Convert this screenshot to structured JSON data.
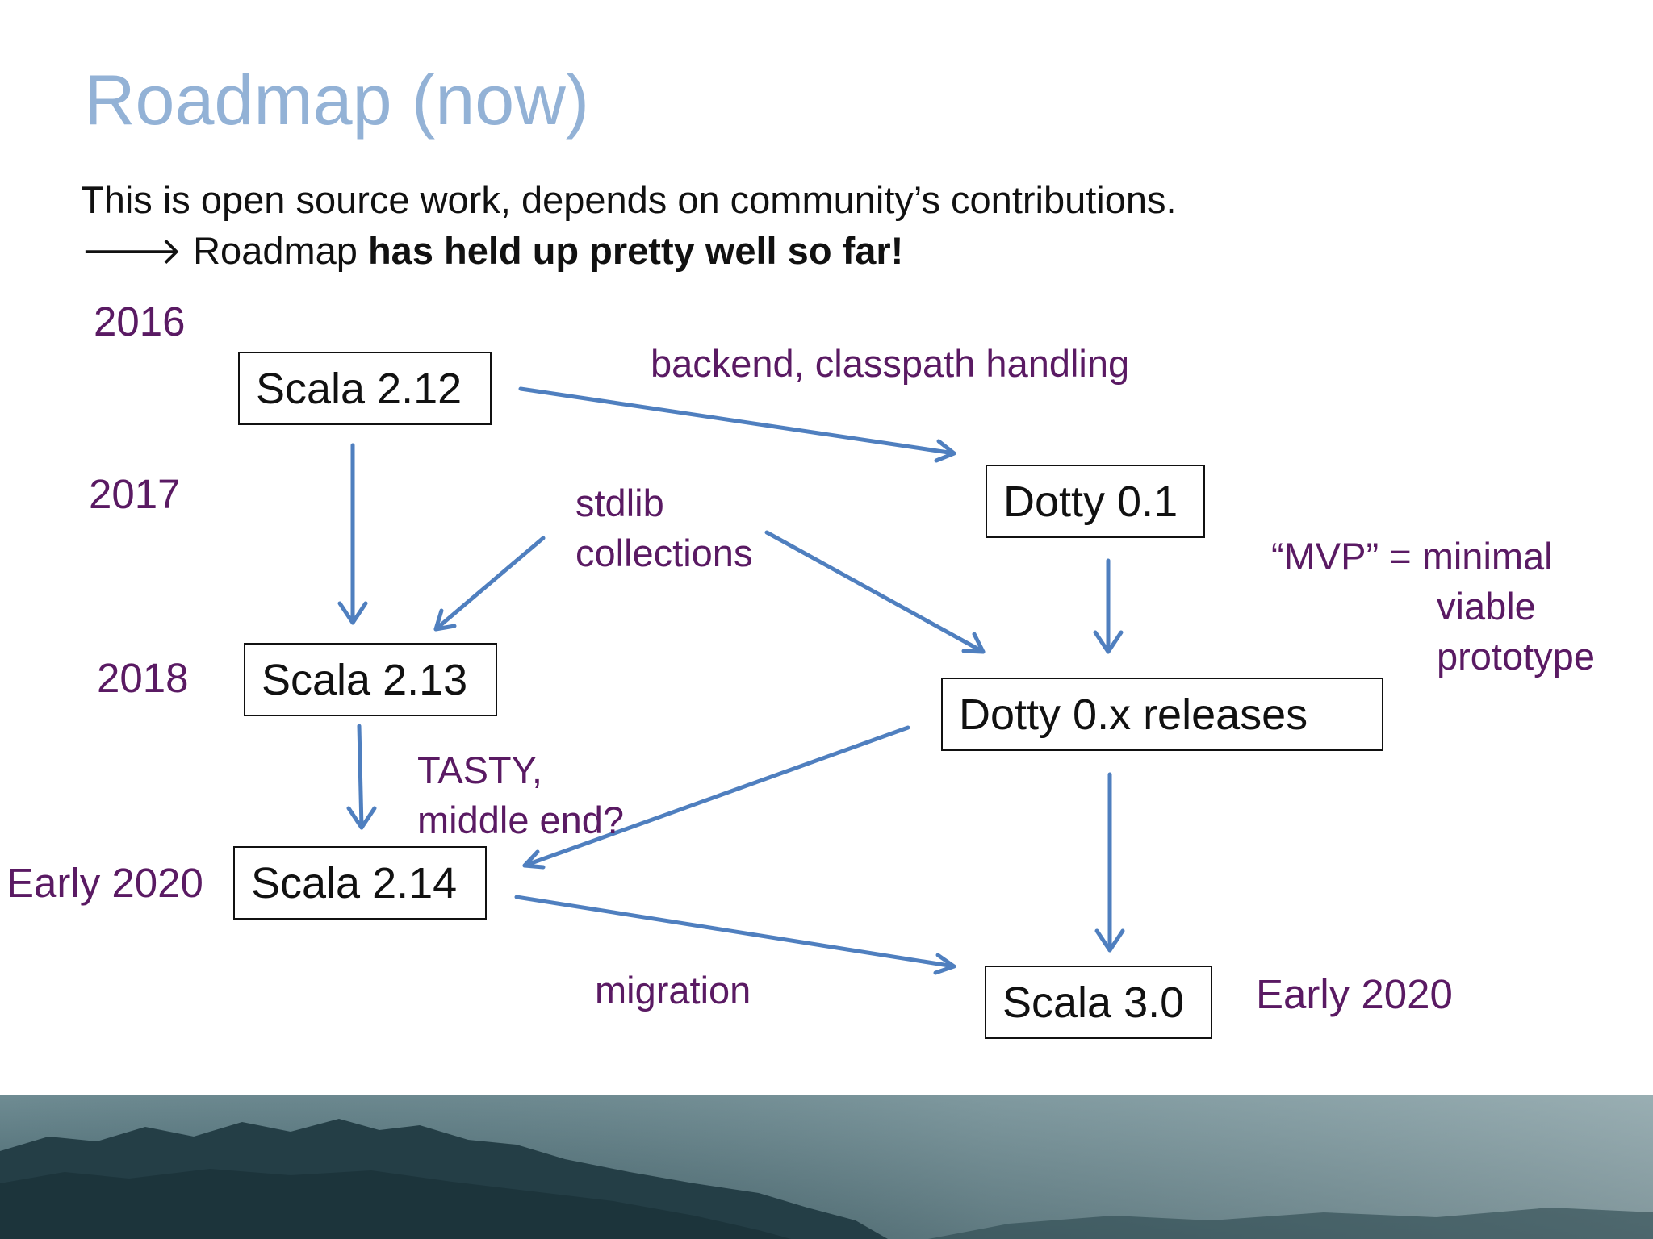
{
  "slide": {
    "title": "Roadmap (now)",
    "subtitle_line1": "This is open source work, depends on community’s contributions.",
    "subtitle_arrow": "🡒",
    "subtitle_line2_normal": "Roadmap ",
    "subtitle_line2_bold": "has held up pretty well so far!"
  },
  "years": {
    "y2016": "2016",
    "y2017": "2017",
    "y2018": "2018",
    "y2020_left": "Early 2020",
    "y2020_right": "Early 2020"
  },
  "nodes": {
    "scala_212": "Scala 2.12",
    "scala_213": "Scala 2.13",
    "scala_214": "Scala 2.14",
    "dotty_01": "Dotty 0.1",
    "dotty_0x": "Dotty 0.x releases",
    "scala_30": "Scala 3.0"
  },
  "edge_labels": {
    "backend": "backend, classpath handling",
    "stdlib_1": "stdlib",
    "stdlib_2": "collections",
    "tasty_1": "TASTY,",
    "tasty_2": "middle end?",
    "migration": "migration"
  },
  "mvp_note": {
    "line1": "“MVP” = minimal",
    "line2": "viable",
    "line3": "prototype"
  },
  "colors": {
    "title": "#93b2d6",
    "annotation": "#5a1a63",
    "arrow": "#4f7fbf"
  }
}
